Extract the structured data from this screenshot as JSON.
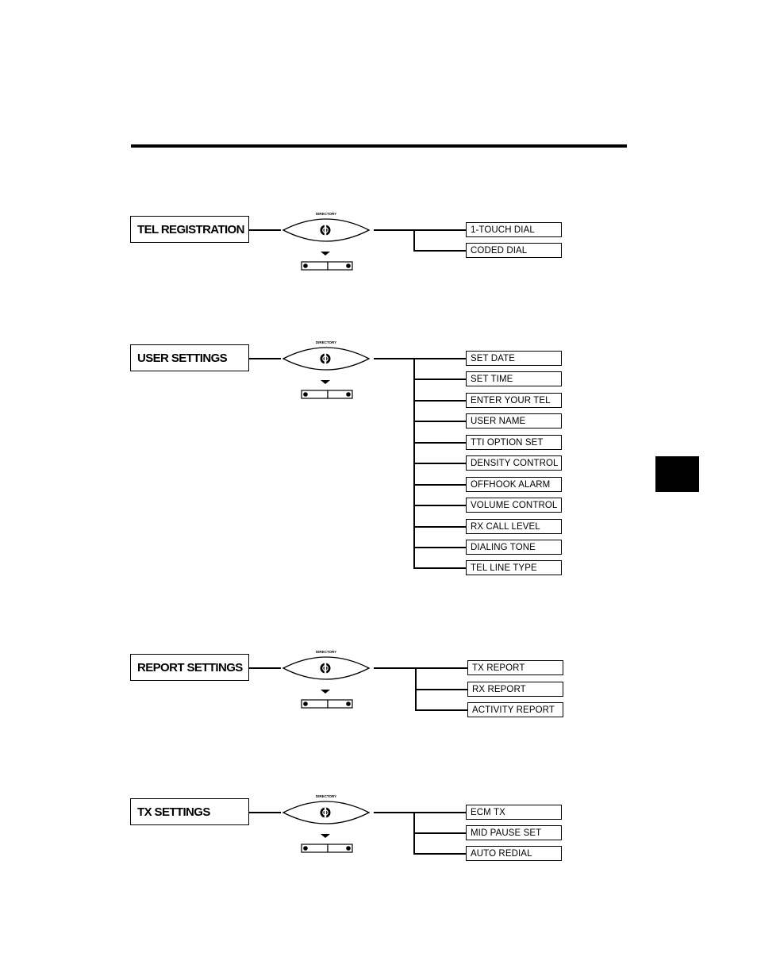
{
  "diagrams": [
    {
      "menu_label": "TEL REGISTRATION",
      "button_label": "DIRECTORY",
      "items": [
        "1-TOUCH DIAL",
        "CODED DIAL"
      ]
    },
    {
      "menu_label": "USER SETTINGS",
      "button_label": "DIRECTORY",
      "items": [
        "SET DATE",
        "SET TIME",
        "ENTER YOUR TEL",
        "USER NAME",
        "TTI OPTION SET",
        "DENSITY CONTROL",
        "OFFHOOK ALARM",
        "VOLUME CONTROL",
        "RX CALL LEVEL",
        "DIALING TONE",
        "TEL LINE TYPE"
      ]
    },
    {
      "menu_label": "REPORT SETTINGS",
      "button_label": "DIRECTORY",
      "items": [
        "TX REPORT",
        "RX REPORT",
        "ACTIVITY REPORT"
      ]
    },
    {
      "menu_label": "TX SETTINGS",
      "button_label": "DIRECTORY",
      "items": [
        "ECM TX",
        "MID PAUSE SET",
        "AUTO REDIAL"
      ]
    }
  ],
  "icons": {
    "select_key": "directory-key-icon",
    "arrow": "down-arrow-icon",
    "scroll_keys": "scroll-keys-icon"
  }
}
